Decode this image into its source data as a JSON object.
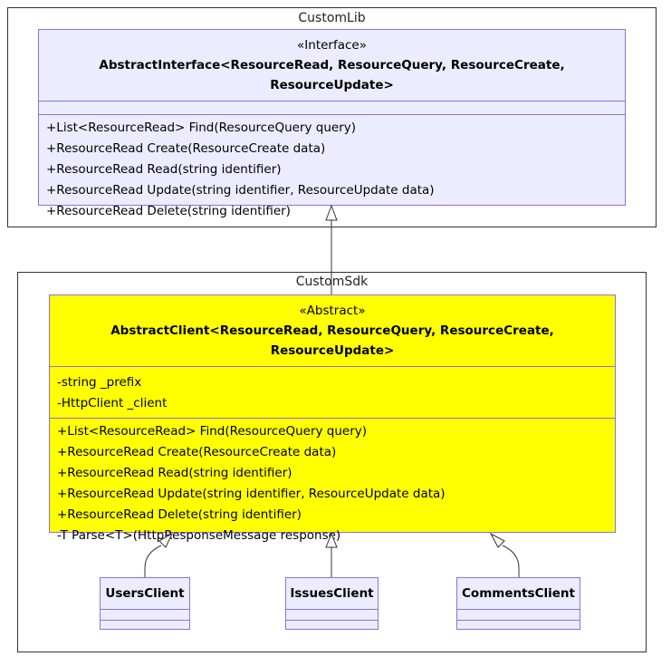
{
  "packages": {
    "customlib": {
      "title": "CustomLib"
    },
    "customsdk": {
      "title": "CustomSdk"
    }
  },
  "abstract_interface": {
    "stereotype": "«Interface»",
    "name": "AbstractInterface<ResourceRead, ResourceQuery, ResourceCreate, ResourceUpdate>",
    "methods": [
      "+List<ResourceRead> Find(ResourceQuery query)",
      "+ResourceRead Create(ResourceCreate data)",
      "+ResourceRead Read(string identifier)",
      "+ResourceRead Update(string identifier, ResourceUpdate data)",
      "+ResourceRead Delete(string identifier)"
    ]
  },
  "abstract_client": {
    "stereotype": "«Abstract»",
    "name": "AbstractClient<ResourceRead, ResourceQuery, ResourceCreate, ResourceUpdate>",
    "fields": [
      "-string _prefix",
      "-HttpClient _client"
    ],
    "methods": [
      "+List<ResourceRead> Find(ResourceQuery query)",
      "+ResourceRead Create(ResourceCreate data)",
      "+ResourceRead Read(string identifier)",
      "+ResourceRead Update(string identifier, ResourceUpdate data)",
      "+ResourceRead Delete(string identifier)",
      "-T Parse<T>(HttpResponseMessage response)"
    ]
  },
  "subclasses": {
    "users": "UsersClient",
    "issues": "IssuesClient",
    "comments": "CommentsClient"
  },
  "colors": {
    "interface_fill": "#ececff",
    "abstract_fill": "#ffff00",
    "border": "#9370db",
    "edge": "#333333"
  }
}
